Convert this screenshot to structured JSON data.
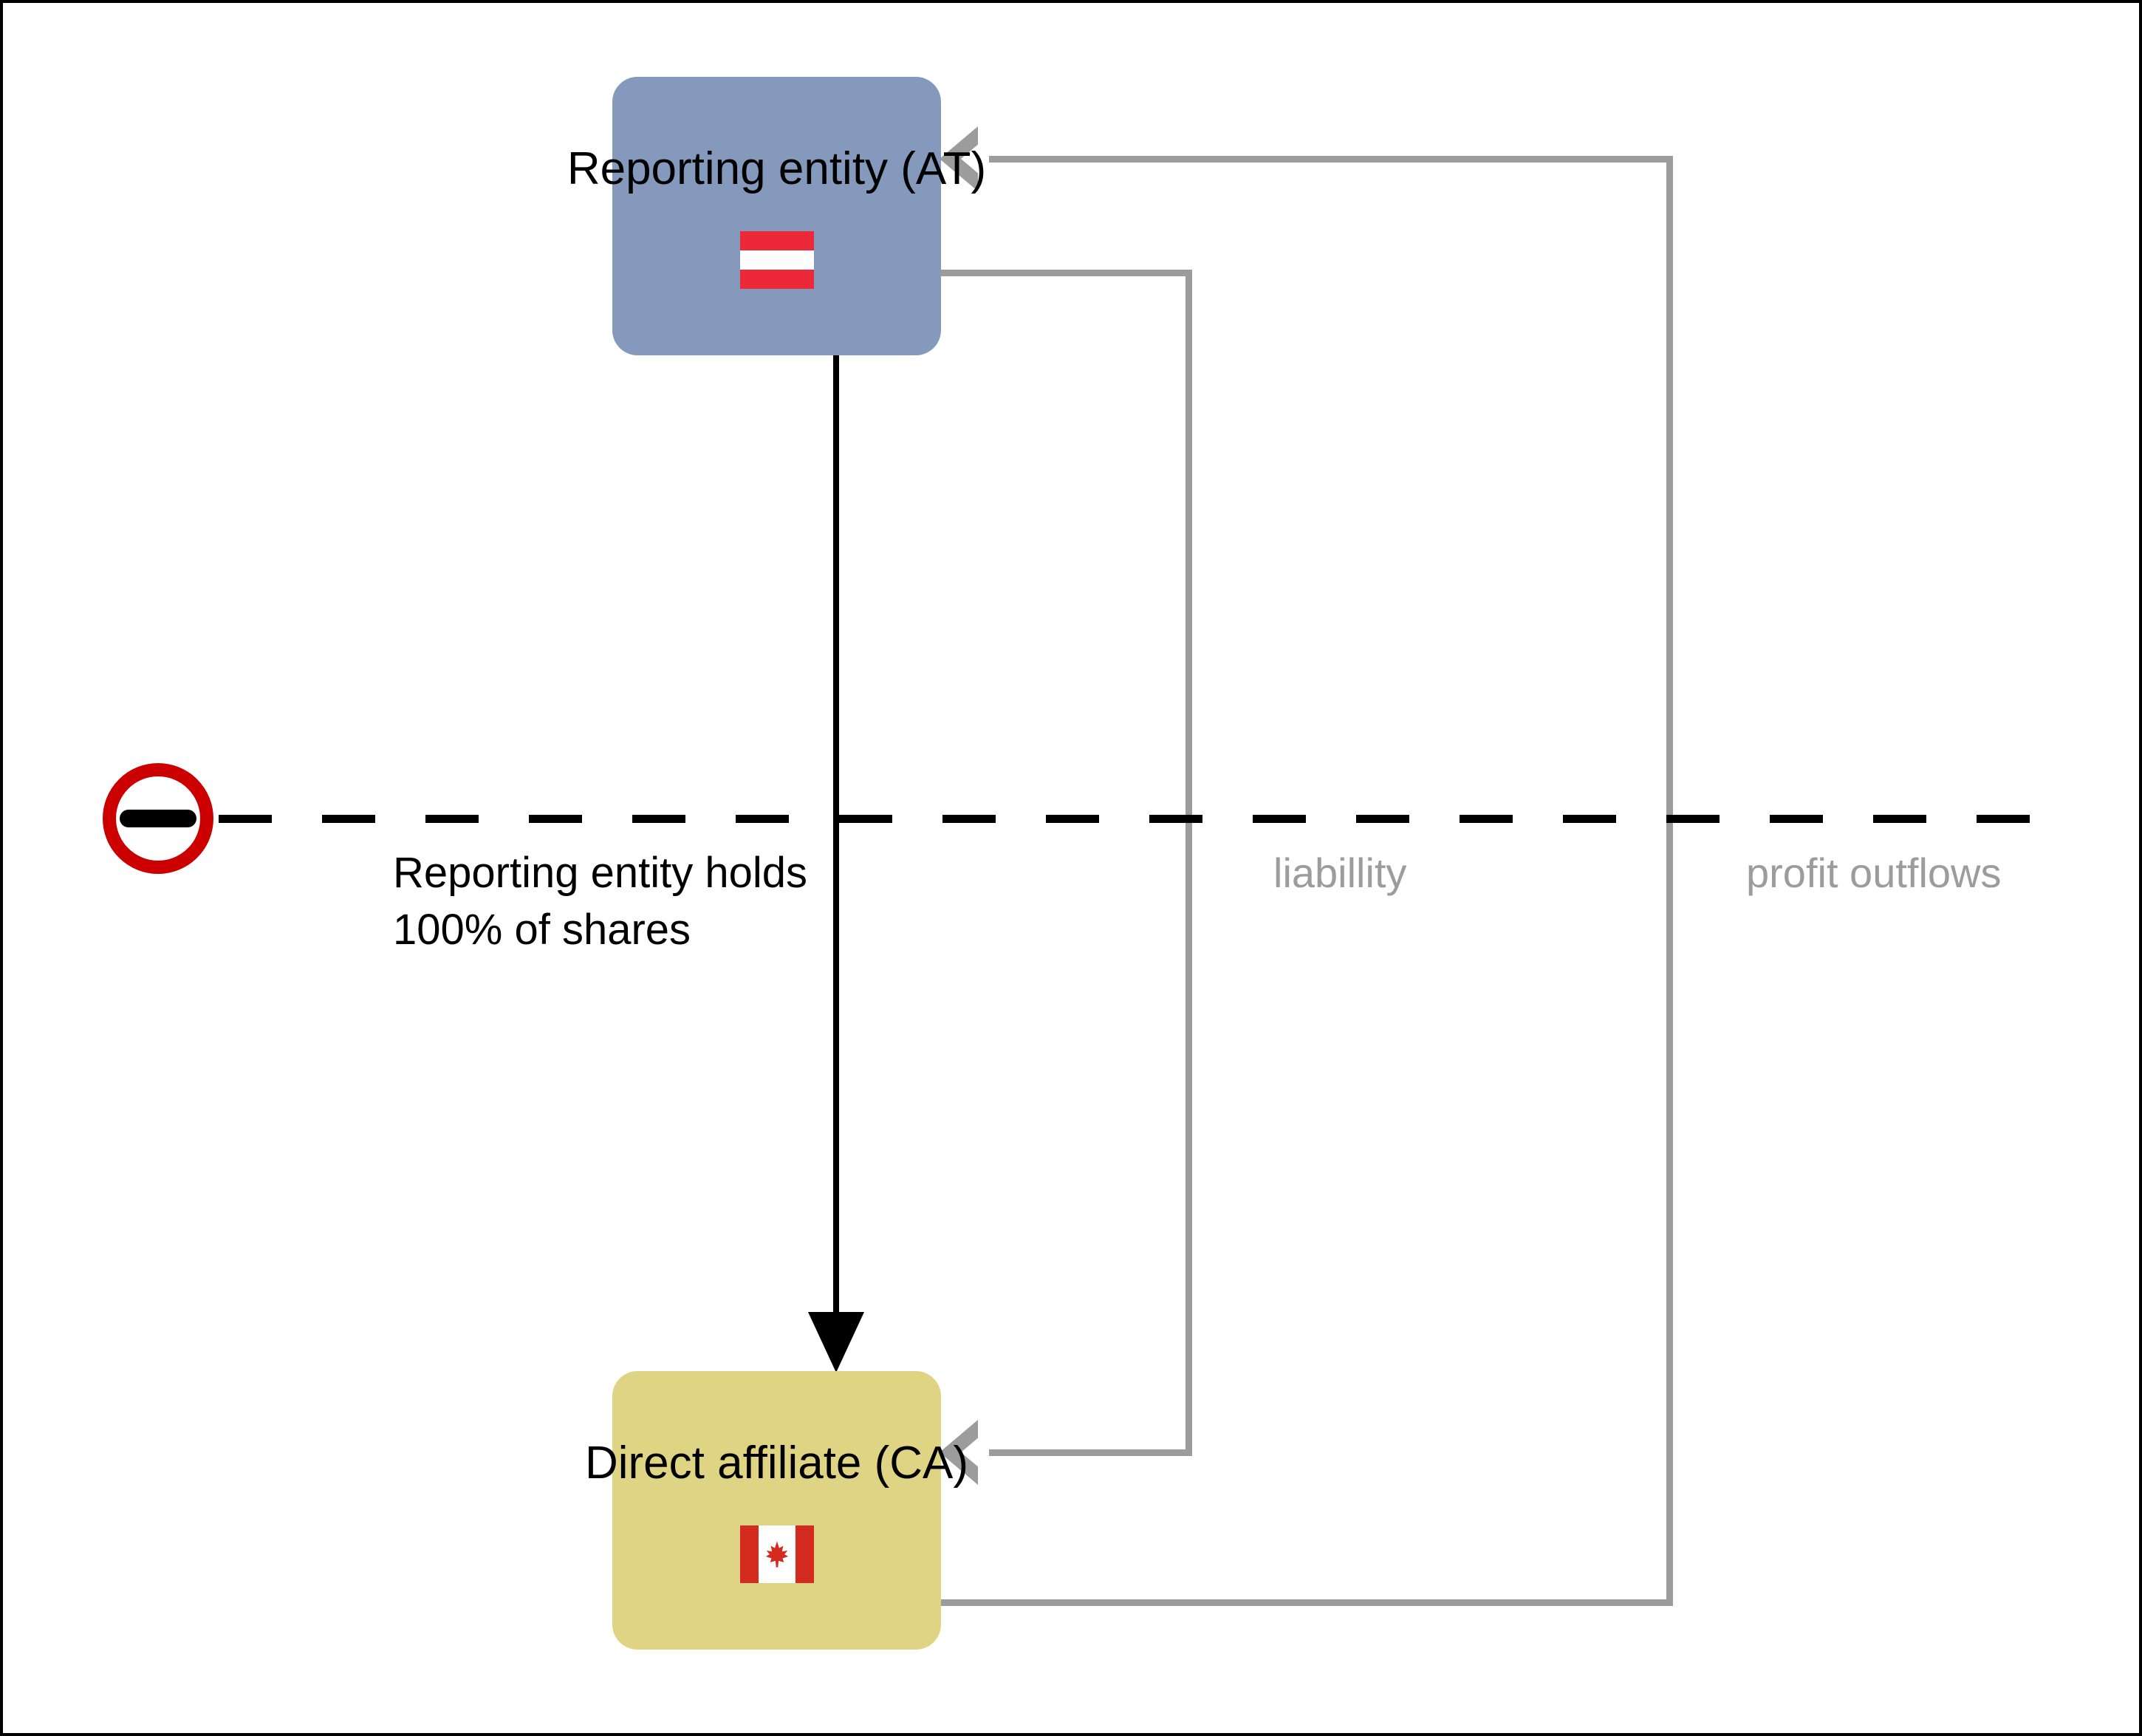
{
  "diagram": {
    "title": "Cross-border group structure: reporting entity and direct affiliate",
    "colors": {
      "reporting_entity_fill": "#8599bd",
      "direct_affiliate_fill": "#dfd484",
      "flow_line": "#9c9c9c",
      "ownership_line": "#000000",
      "border_line": "#000000",
      "no_entry_ring": "#cc0000",
      "austria_red": "#ed2939",
      "canada_red": "#d52b1e"
    },
    "nodes": [
      {
        "id": "reporting-entity",
        "label": "Reporting entity (AT)",
        "country_code": "AT",
        "flag": "austria-flag-icon"
      },
      {
        "id": "direct-affiliate",
        "label": "Direct affiliate (CA)",
        "country_code": "CA",
        "flag": "canada-flag-icon"
      }
    ],
    "edges": [
      {
        "id": "ownership",
        "from": "reporting-entity",
        "to": "direct-affiliate",
        "label": "Reporting entity holds\n100% of shares",
        "style": "solid-black-arrow"
      },
      {
        "id": "liability",
        "from": "reporting-entity",
        "to": "direct-affiliate",
        "label": "liabillity",
        "style": "gray-orthogonal-arrow"
      },
      {
        "id": "profit-outflows",
        "from": "direct-affiliate",
        "to": "reporting-entity",
        "label": "profit outflows",
        "style": "gray-orthogonal-arrow"
      }
    ],
    "border": {
      "id": "national-border",
      "icon": "no-entry-sign-icon",
      "style": "dashed-black-line"
    }
  }
}
